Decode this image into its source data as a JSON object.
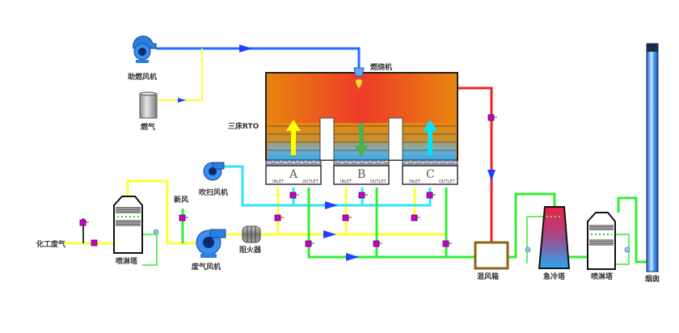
{
  "diagram": {
    "title": "三床RTO工艺流程",
    "labels": {
      "combustion_fan": "助燃风机",
      "fuel_gas": "燃气",
      "burner": "燃烧机",
      "rto": "三床RTO",
      "purge_fan": "吹扫风机",
      "fresh_air": "新风",
      "chemical_waste_gas": "化工废气",
      "spray_tower_1": "喷淋塔",
      "exhaust_fan": "废气风机",
      "flame_arrester": "阻火器",
      "mixing_box": "混风箱",
      "quench_tower": "急冷塔",
      "spray_tower_2": "喷淋塔",
      "chimney": "烟囱"
    },
    "beds": [
      {
        "name": "A",
        "inlet": "INLET",
        "outlet": "OUTLET",
        "flow": "up",
        "arrow_color": "#ffff00"
      },
      {
        "name": "B",
        "inlet": "INLET",
        "outlet": "OUTLET",
        "flow": "down",
        "arrow_color": "#4caf50"
      },
      {
        "name": "C",
        "inlet": "INLET",
        "outlet": "OUTLET",
        "flow": "up",
        "arrow_color": "#00e5ff"
      }
    ],
    "pipe_colors": {
      "air": "#1e6fff",
      "fuel": "#ffff33",
      "waste_gas": "#ffff33",
      "purge": "#33e0ff",
      "clean": "#33ee33",
      "hot": "#ee2222"
    },
    "valve_color": "#cc00cc"
  }
}
